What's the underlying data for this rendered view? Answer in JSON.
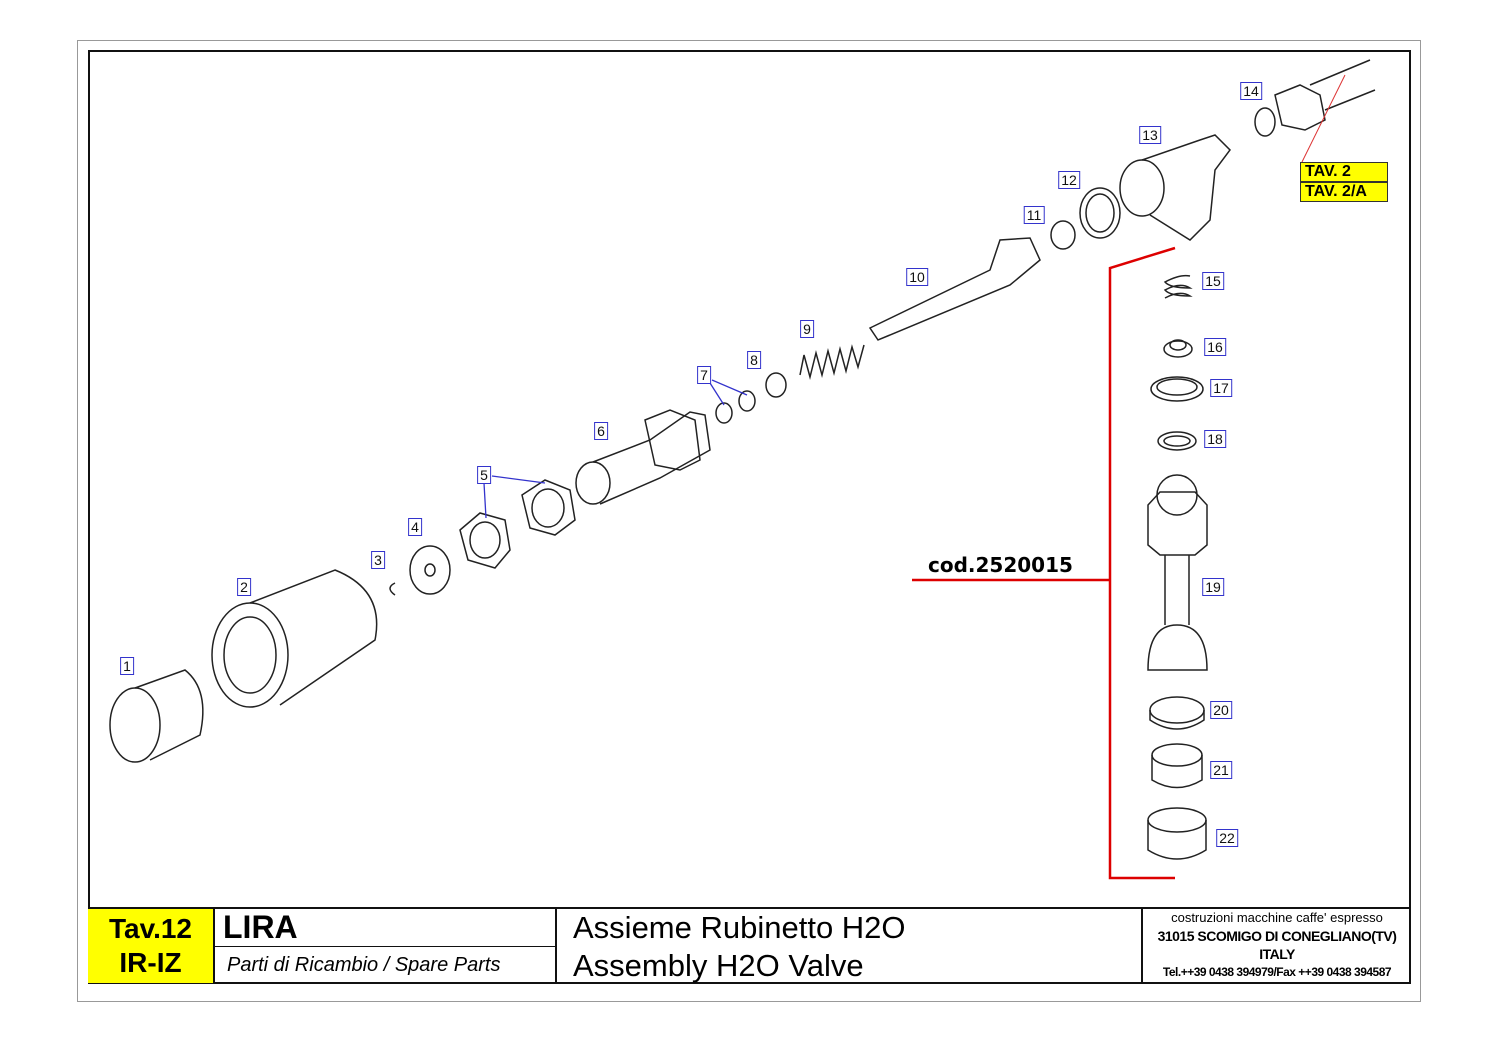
{
  "callouts": [
    "1",
    "2",
    "3",
    "4",
    "5",
    "6",
    "7",
    "8",
    "9",
    "10",
    "11",
    "12",
    "13",
    "14",
    "15",
    "16",
    "17",
    "18",
    "19",
    "20",
    "21",
    "22"
  ],
  "references": [
    "TAV. 2",
    "TAV. 2/A"
  ],
  "assembly_code": "cod.2520015",
  "title_block": {
    "table": "Tav.12",
    "models": "IR-IZ",
    "machine": "LIRA",
    "subtitle": "Parti di Ricambio / Spare Parts",
    "title_it": "Assieme Rubinetto H2O",
    "title_en": "Assembly H2O Valve",
    "company_line": "costruzioni macchine caffe' espresso",
    "address": "31015 SCOMIGO DI CONEGLIANO(TV)",
    "country": "ITALY",
    "contacts": "Tel.++39 0438 394979/Fax ++39 0438 394587"
  },
  "colors": {
    "highlight": "#ffff00",
    "callout_border": "#3333cc",
    "bracket": "#dd0000"
  }
}
